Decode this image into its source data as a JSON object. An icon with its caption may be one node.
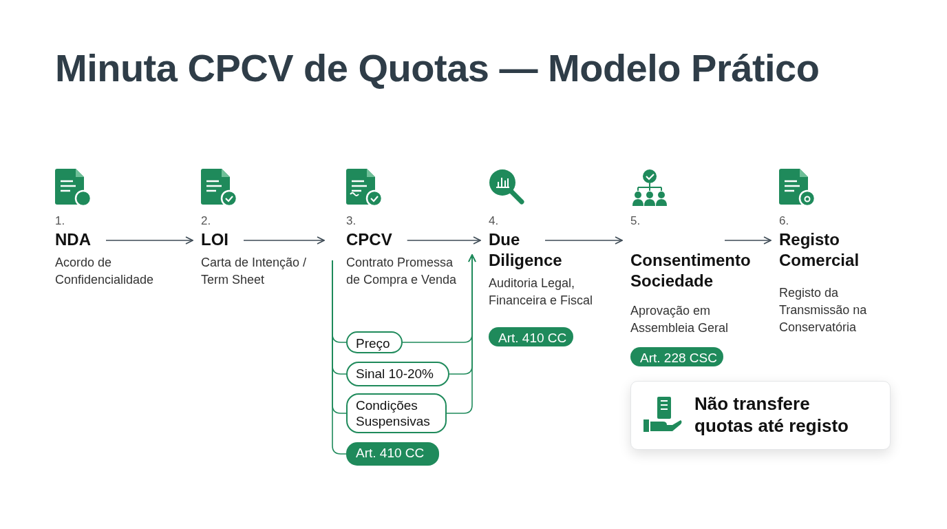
{
  "diagram": {
    "title": "Minuta CPCV de Quotas — Modelo Prático",
    "nodes": [
      {
        "text": [
          "1.",
          "NDA",
          "Acordo de Confidencialidade"
        ]
      },
      {
        "text": [
          "2.",
          "LOI",
          "Carta de Intenção / Term Sheet"
        ]
      },
      {
        "text": [
          "3.",
          "CPCV",
          "Contrato Promessa de Compra e Venda"
        ]
      },
      {
        "text": [
          "Preço"
        ]
      },
      {
        "text": [
          "Sinal 10-20%"
        ]
      },
      {
        "text": [
          "Condições Suspensivas"
        ]
      },
      {
        "text": [
          "Art. 410 CC"
        ]
      },
      {
        "text": [
          "4.",
          "Due Diligence",
          "Auditoria Legal, Financeira e Fiscal"
        ]
      },
      {
        "text": [
          "Art. 410 CC"
        ]
      },
      {
        "text": [
          "5.",
          "Consentimento Sociedade",
          "Aprovação em Assembleia Geral"
        ]
      },
      {
        "text": [
          "Art. 228 CSC"
        ]
      },
      {
        "text": [
          "Não transfere quotas até registo"
        ]
      },
      {
        "text": [
          "6.",
          "Registo Comercial",
          "Registo da Transmissão na Conservatória"
        ]
      }
    ],
    "edges": [
      {
        "from": 0,
        "to": 1,
        "arrow": "to"
      },
      {
        "from": 1,
        "to": 2,
        "arrow": "to"
      },
      {
        "from": 2,
        "to": 7,
        "arrow": "to"
      },
      {
        "from": 7,
        "to": 9,
        "arrow": "to"
      },
      {
        "from": 9,
        "to": 12,
        "arrow": "to"
      },
      {
        "from": 2,
        "to": 3,
        "arrow": "none",
        "color": "#1f8a5b"
      },
      {
        "from": 2,
        "to": 4,
        "arrow": "none",
        "color": "#1f8a5b"
      },
      {
        "from": 2,
        "to": 5,
        "arrow": "none",
        "color": "#1f8a5b"
      },
      {
        "from": 2,
        "to": 6,
        "arrow": "none",
        "color": "#1f8a5b"
      },
      {
        "from": 3,
        "to": 7,
        "arrow": "to",
        "color": "#1f8a5b"
      },
      {
        "from": 4,
        "to": 7,
        "arrow": "to",
        "color": "#1f8a5b"
      },
      {
        "from": 5,
        "to": 7,
        "arrow": "to",
        "color": "#1f8a5b"
      }
    ]
  }
}
